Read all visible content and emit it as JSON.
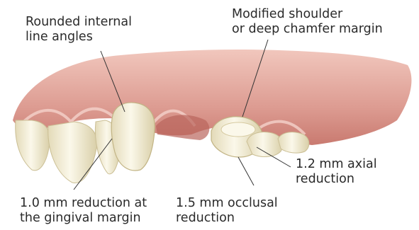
{
  "labels": {
    "rounded_angles": {
      "line1": "Rounded internal",
      "line2": "line angles"
    },
    "shoulder_margin": {
      "line1": "Modified shoulder",
      "line2": "or deep chamfer margin"
    },
    "axial_reduction": {
      "line1": "1.2 mm axial",
      "line2": "reduction"
    },
    "gingival_reduction": {
      "line1": "1.0 mm reduction at",
      "line2": "the gingival margin"
    },
    "occlusal_reduction": {
      "line1": "1.5 mm occlusal",
      "line2": "reduction"
    }
  },
  "colors": {
    "gingiva": "#dd9c92",
    "gingiva_light": "#f1c7bd",
    "tooth": "#f4efd9",
    "tooth_shadow": "#d9cfa8",
    "leader": "#333333",
    "text": "#2a2a2a"
  }
}
